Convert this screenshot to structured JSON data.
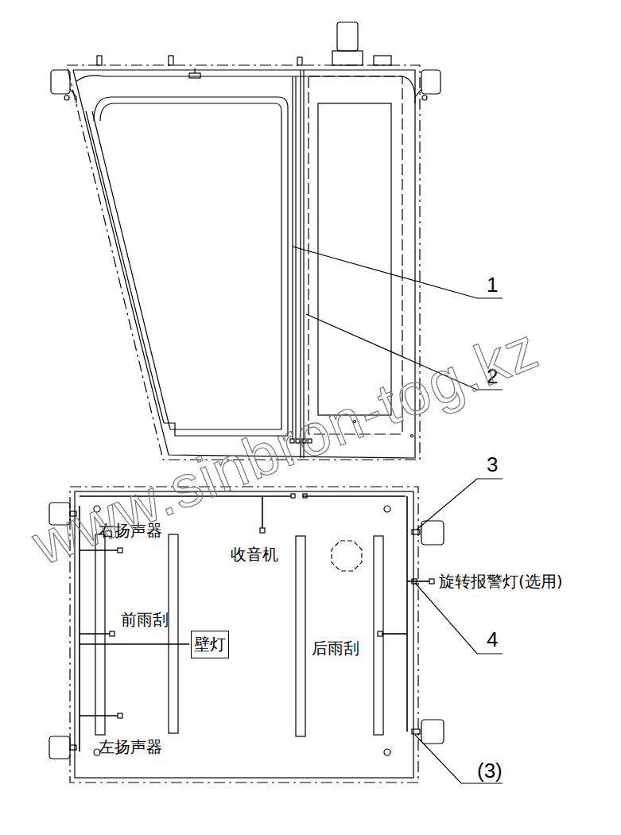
{
  "diagram": {
    "nodes": [
      {
        "text": [
          "壁灯"
        ]
      }
    ],
    "labels": [
      "1",
      "2",
      "3",
      "右扬声器",
      "收音机",
      "旋转报警灯(选用)",
      "前雨刮",
      "后雨刮",
      "4",
      "左扬声器",
      "(3)",
      "www.sinbron-tog.kz"
    ]
  }
}
